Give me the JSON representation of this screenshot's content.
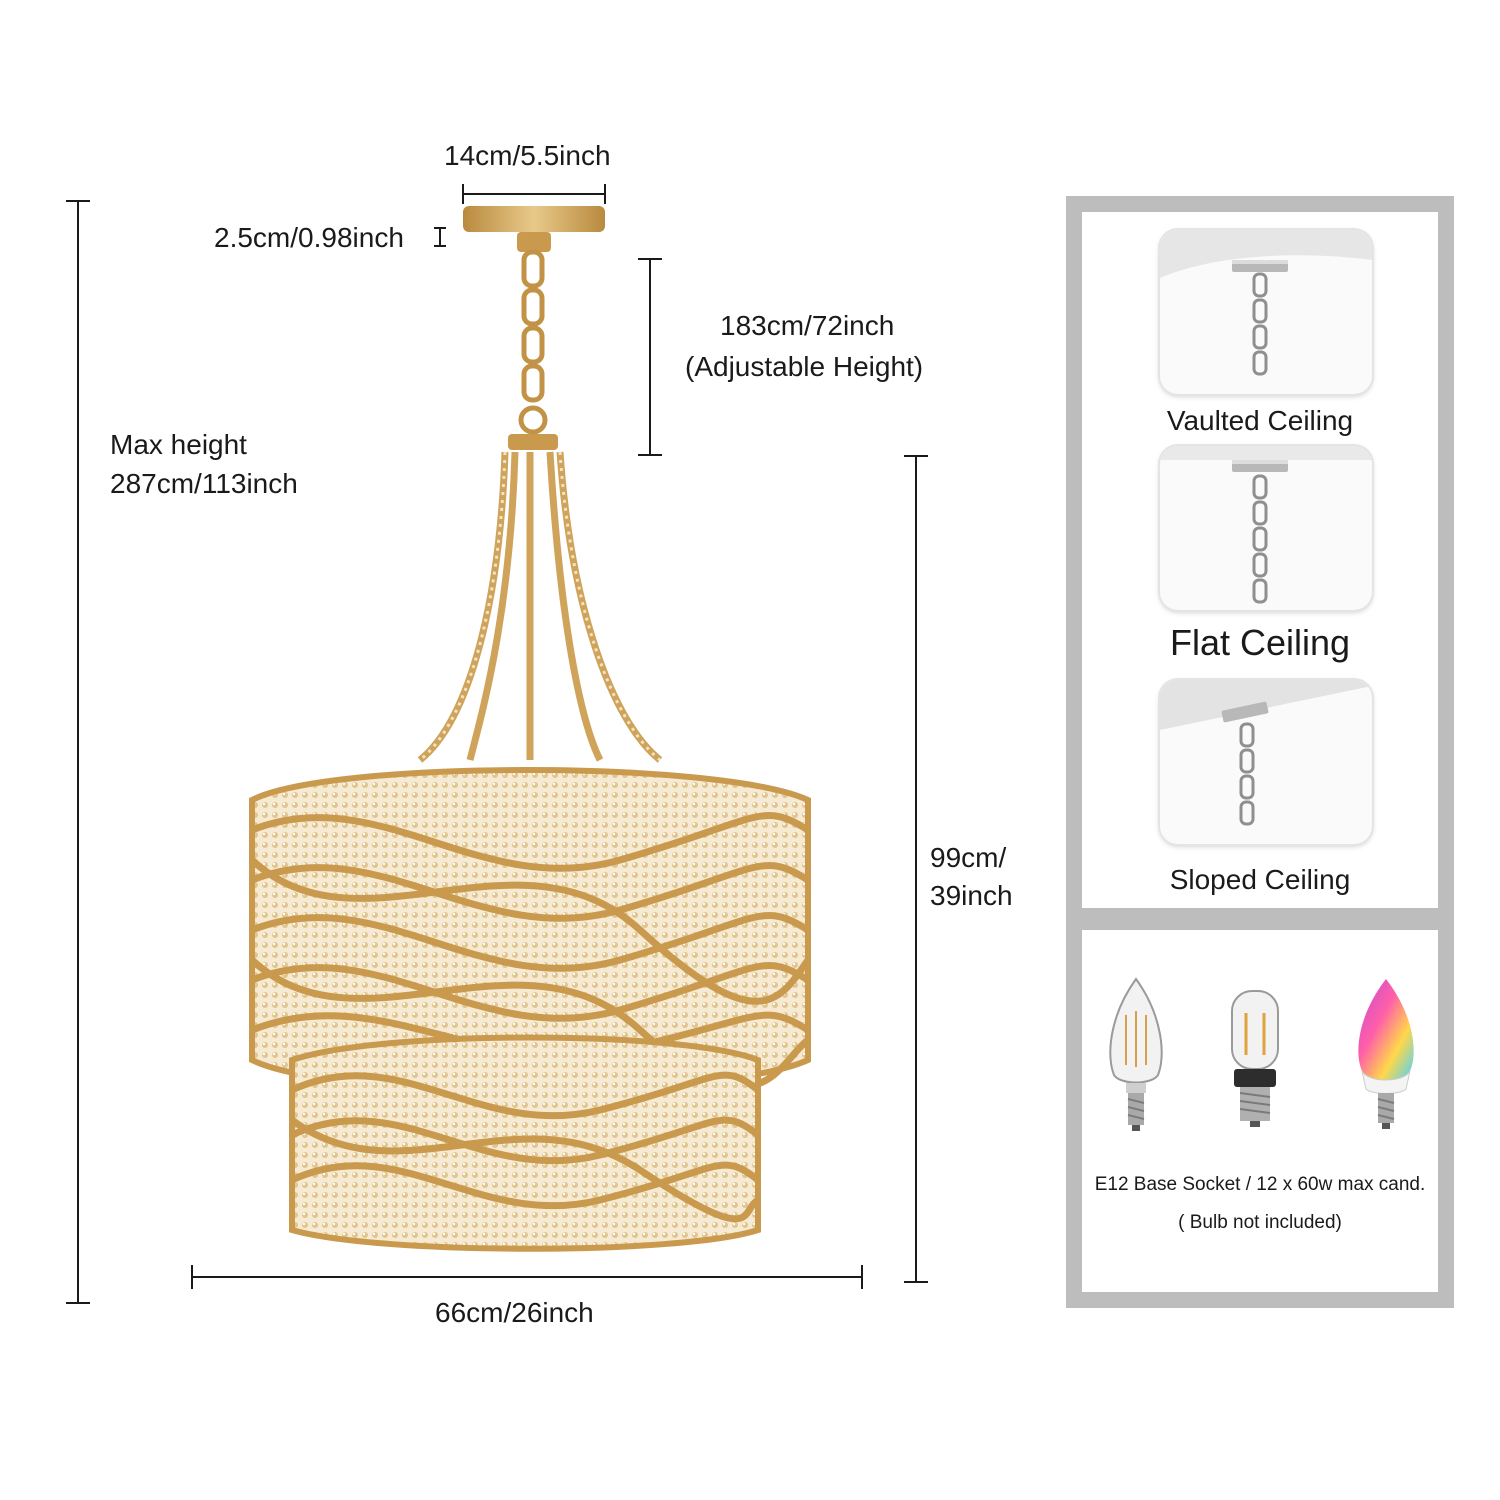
{
  "dimensions": {
    "canopy_width": "14cm/5.5inch",
    "canopy_height": "2.5cm/0.98inch",
    "chain_length": "183cm/72inch",
    "chain_note": "(Adjustable Height)",
    "max_height_label": "Max height",
    "max_height_value": "287cm/113inch",
    "body_height_line1": "99cm/",
    "body_height_line2": "39inch",
    "body_width": "66cm/26inch"
  },
  "mounting": {
    "options": [
      {
        "label": "Vaulted Ceiling"
      },
      {
        "label": "Flat Ceiling"
      },
      {
        "label": "Sloped Ceiling"
      }
    ]
  },
  "bulbs": {
    "types": [
      "candelabra-filament-bulb-icon",
      "tubular-filament-bulb-icon",
      "rgb-smart-bulb-icon"
    ],
    "spec": "E12 Base Socket / 12 x 60w max cand.",
    "note": "( Bulb not included)"
  },
  "colors": {
    "gold": "#c99a4e",
    "dim_line": "#1a1a1a",
    "panel_frame": "#bdbdbd"
  }
}
